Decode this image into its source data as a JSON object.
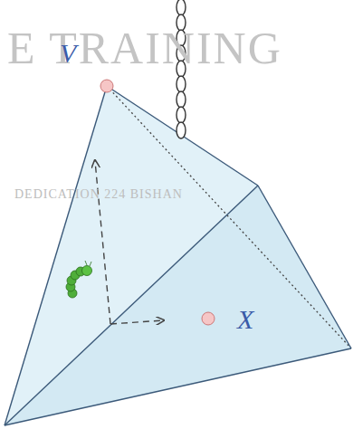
{
  "diagram": {
    "labels": [
      "E TRAINING",
      "DEDICATION 224 BISHAN",
      "V",
      "X"
    ]
  }
}
